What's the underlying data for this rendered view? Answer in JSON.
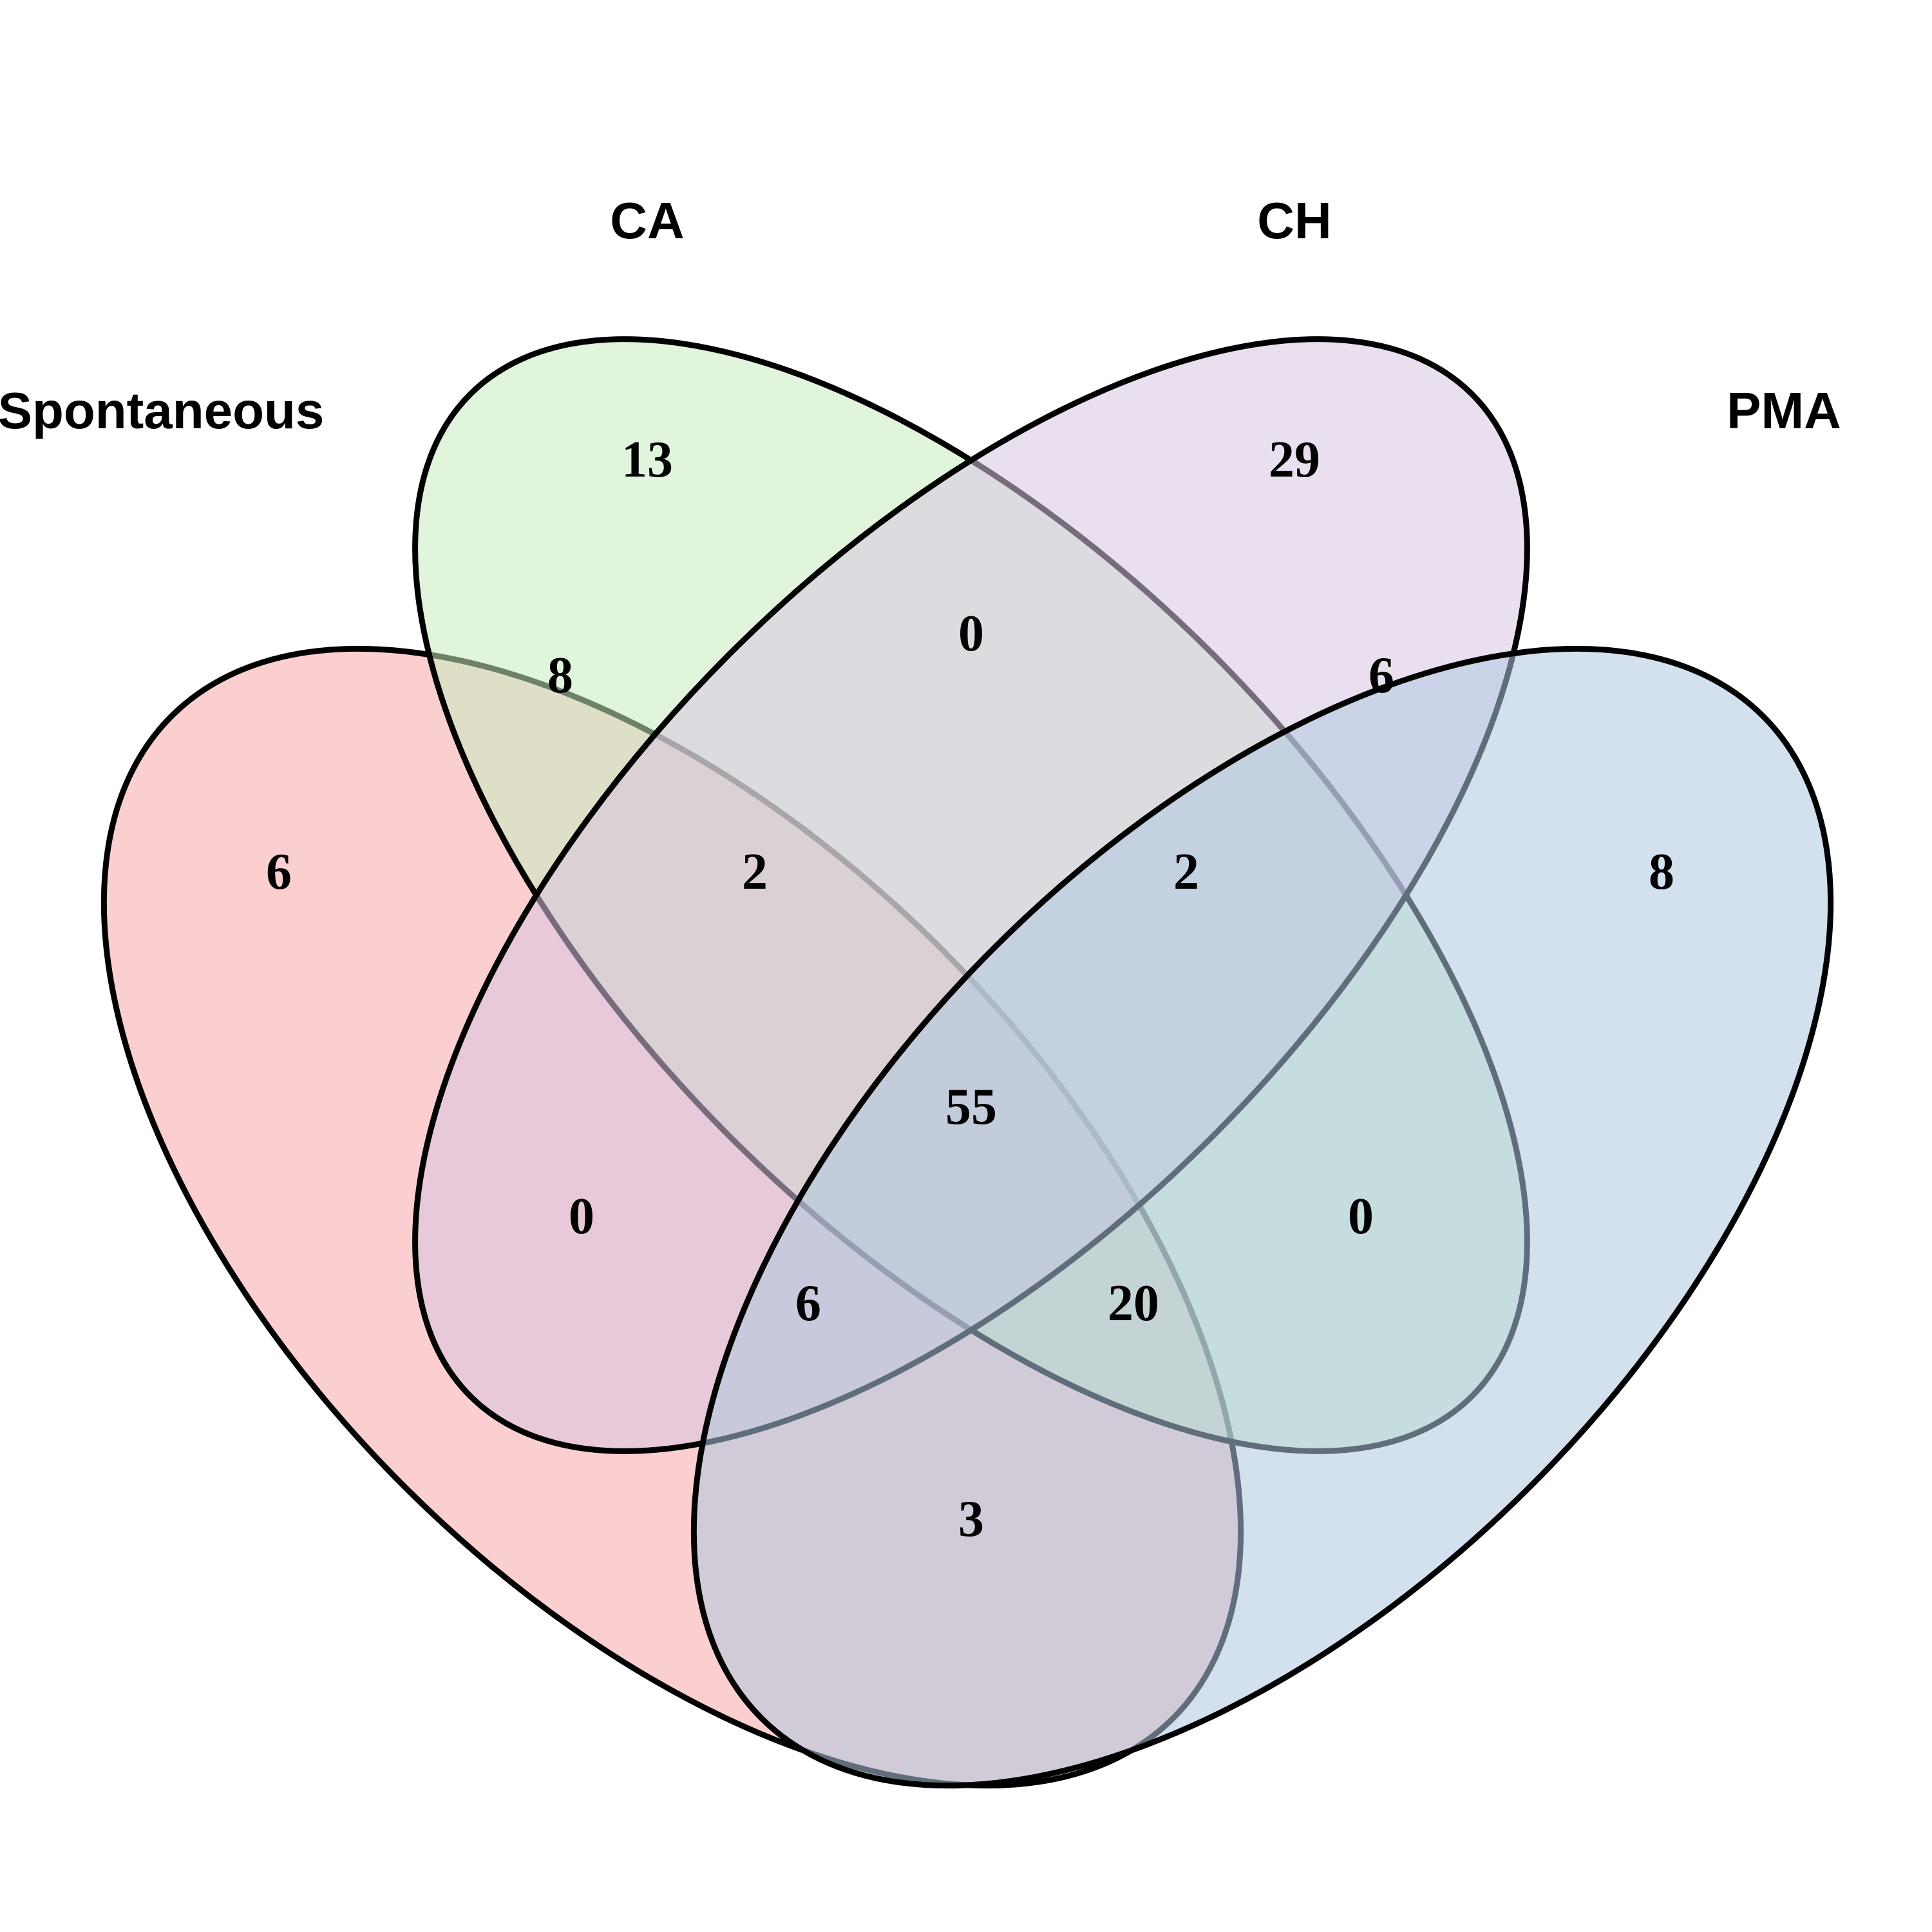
{
  "sets": [
    {
      "key": "spontaneous",
      "label": "Spontaneous",
      "color": "#F8A8A8"
    },
    {
      "key": "ca",
      "label": "CA",
      "color": "#C6EDC0"
    },
    {
      "key": "ch",
      "label": "CH",
      "color": "#D8C4E2"
    },
    {
      "key": "pma",
      "label": "PMA",
      "color": "#AFC8E0"
    }
  ],
  "regions": {
    "spontaneous_only": "6",
    "ca_only": "13",
    "ch_only": "29",
    "pma_only": "8",
    "spontaneous_ca": "8",
    "ca_ch": "0",
    "ch_pma": "6",
    "spontaneous_ca_ch": "2",
    "ca_ch_pma": "2",
    "all_four": "55",
    "spontaneous_ch": "0",
    "ca_pma": "0",
    "spontaneous_ch_pma": "6",
    "spontaneous_ca_pma": "20",
    "spontaneous_pma": "3"
  }
}
